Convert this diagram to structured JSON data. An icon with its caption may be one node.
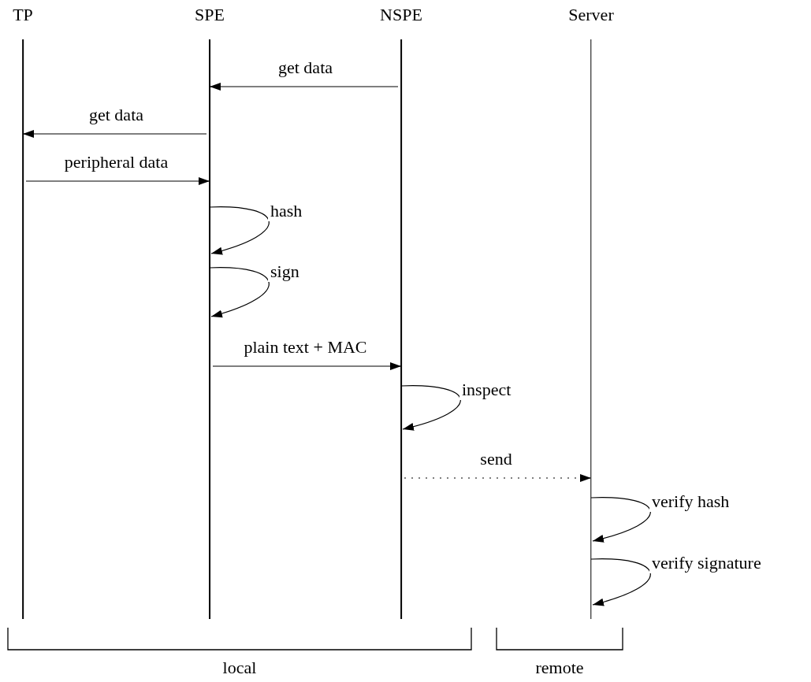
{
  "diagram": {
    "nodes": [
      {
        "text": [
          "TP"
        ]
      },
      {
        "text": [
          "SPE"
        ]
      },
      {
        "text": [
          "NSPE"
        ]
      },
      {
        "text": [
          "Server"
        ]
      }
    ],
    "edges": [
      {
        "from": 2,
        "to": 1,
        "arrow": "to",
        "label": "get data"
      },
      {
        "from": 1,
        "to": 0,
        "arrow": "to",
        "label": "get data"
      },
      {
        "from": 0,
        "to": 1,
        "arrow": "to",
        "label": "peripheral data"
      },
      {
        "from": 1,
        "to": 1,
        "arrow": "to",
        "label": "hash"
      },
      {
        "from": 1,
        "to": 1,
        "arrow": "to",
        "label": "sign"
      },
      {
        "from": 1,
        "to": 2,
        "arrow": "to",
        "label": "plain text + MAC"
      },
      {
        "from": 2,
        "to": 2,
        "arrow": "to",
        "label": "inspect"
      },
      {
        "from": 2,
        "to": 3,
        "arrow": "to",
        "label": "send",
        "style": "dashed"
      },
      {
        "from": 3,
        "to": 3,
        "arrow": "to",
        "label": "verify hash"
      },
      {
        "from": 3,
        "to": 3,
        "arrow": "to",
        "label": "verify signature"
      }
    ],
    "labels": [
      "local",
      "remote"
    ]
  }
}
